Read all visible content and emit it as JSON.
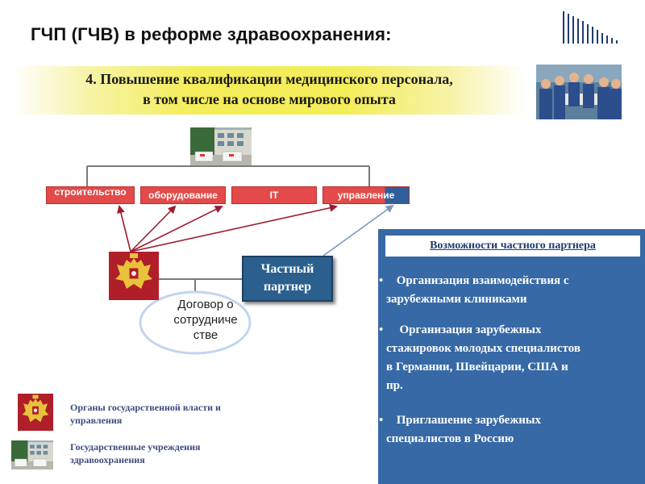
{
  "header": {
    "title": "ГЧП (ГЧВ) в реформе здравоохранения:"
  },
  "banner": {
    "line1": "4. Повышение квалификации медицинского персонала,",
    "line2": "в том числе на основе мирового опыта"
  },
  "diagram": {
    "categories": [
      {
        "label": "строительство",
        "color": "#e44a4a"
      },
      {
        "label": "оборудование",
        "color": "#e44a4a"
      },
      {
        "label": "IT",
        "color": "#e44a4a"
      },
      {
        "label": "управление",
        "color": "#e44a4a"
      }
    ],
    "partner_line1": "Частный",
    "partner_line2": "партнер",
    "contract_line1": "Договор о",
    "contract_line2": "сотрудниче",
    "contract_line3": "стве",
    "colors": {
      "state_arrow": "#9e1b2e",
      "partner_arrow": "#7a97c2",
      "partner_box": "#2b5f8e"
    }
  },
  "panel": {
    "heading": "Возможности  частного партнера",
    "items": [
      {
        "line1": "Организация взаимодействия с",
        "line2": "зарубежными клиниками"
      },
      {
        "line1": "Организация зарубежных",
        "line2": "стажировок молодых специалистов",
        "line3": "в Германии, Швейцарии, США и",
        "line4": "пр."
      },
      {
        "line1": "Приглашение зарубежных",
        "line2": "специалистов в Россию"
      }
    ],
    "bullet": "•",
    "background": "#3669a6"
  },
  "legend": {
    "item1_line1": "Органы государственной власти и",
    "item1_line2": "управления",
    "item2_line1": "Государственные учреждения",
    "item2_line2": "здравоохранения"
  },
  "icons": {
    "coat_of_arms": "coat-of-arms-icon",
    "hospital_photo": "hospital-building-icon",
    "doctors_photo": "doctors-team-photo",
    "logo": "barcode-lines-logo"
  }
}
